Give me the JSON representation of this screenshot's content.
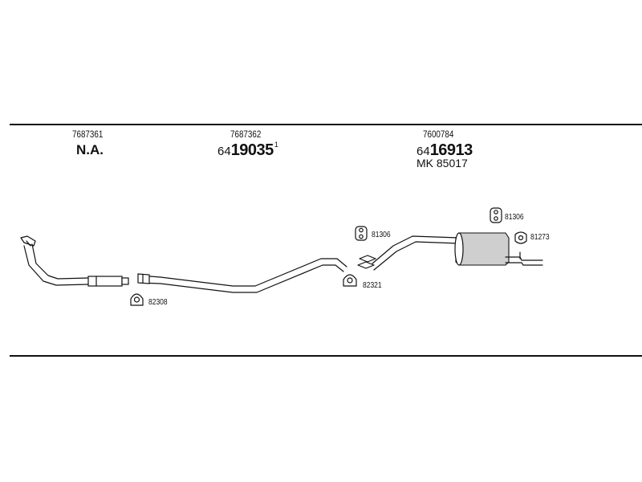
{
  "groups": [
    {
      "part_number": "7687361",
      "description": "N.A."
    },
    {
      "part_number": "7687362",
      "ref_prefix": "64",
      "ref_main": "19035",
      "ref_suffix": "1"
    },
    {
      "part_number": "7600784",
      "ref_prefix": "64",
      "ref_main": "16913",
      "extra": "MK  85017"
    }
  ],
  "fittings": {
    "clamp_1": "82308",
    "clamp_2": "82321",
    "hanger_1": "81306",
    "hanger_2": "81306",
    "hanger_3": "81273"
  }
}
